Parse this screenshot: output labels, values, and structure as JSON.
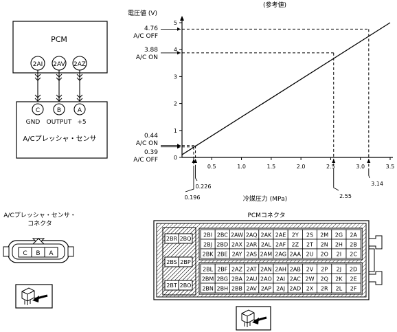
{
  "pcm_block": {
    "title": "PCM",
    "pins": [
      "2AI",
      "2AV",
      "2AZ"
    ]
  },
  "sensor_block": {
    "pins": [
      "C",
      "B",
      "A"
    ],
    "pin_labels": [
      "GND",
      "OUTPUT",
      "+5"
    ],
    "name": "A/Cプレッシャ・センサ"
  },
  "chart_data": {
    "type": "line",
    "title": "(参考値)",
    "ylabel": "電圧値 (V)",
    "xlabel": "冷媒圧力 (MPa)",
    "xlim": [
      0,
      3.5
    ],
    "ylim": [
      0,
      5
    ],
    "x_ticks": [
      "0.5",
      "1.0",
      "1.5",
      "2.0",
      "2.5",
      "3.0",
      "3.5"
    ],
    "y_ticks": [
      "0",
      "1",
      "2",
      "3",
      "4",
      "5"
    ],
    "series": [
      {
        "x": [
          0,
          3.5
        ],
        "y": [
          0.1,
          5.0
        ]
      }
    ],
    "annotations": {
      "y_values": [
        "4.76",
        "3.88",
        "0.44",
        "0.39"
      ],
      "y_labels": [
        "A/C OFF",
        "A/C ON",
        "A/C ON",
        "A/C OFF"
      ],
      "x_values": [
        "0.196",
        "0.226",
        "2.55",
        "3.14"
      ]
    }
  },
  "sensor_connector": {
    "title_line1": "A/Cプレッシャ・センサ・",
    "title_line2": "コネクタ",
    "pins": [
      "C",
      "B",
      "A"
    ]
  },
  "pcm_connector": {
    "title": "PCMコネクタ",
    "left_pins": [
      "2BR",
      "2BQ",
      "2BS",
      "2BP",
      "2BT",
      "2BO"
    ],
    "grid_top": [
      [
        "2BI",
        "2BC",
        "2AW",
        "2AQ",
        "2AK",
        "2AE",
        "2Y",
        "2S",
        "2M",
        "2G",
        "2A"
      ],
      [
        "2BJ",
        "2BD",
        "2AX",
        "2AR",
        "2AL",
        "2AF",
        "2Z",
        "2T",
        "2N",
        "2H",
        "2B"
      ],
      [
        "2BK",
        "2BE",
        "2AY",
        "2AS",
        "2AM",
        "2AG",
        "2AA",
        "2U",
        "2O",
        "2I",
        "2C"
      ]
    ],
    "grid_bottom": [
      [
        "2BL",
        "2BF",
        "2AZ",
        "2AT",
        "2AN",
        "2AH",
        "2AB",
        "2V",
        "2P",
        "2J",
        "2D"
      ],
      [
        "2BM",
        "2BG",
        "2BA",
        "2AU",
        "2AO",
        "2AI",
        "2AC",
        "2W",
        "2Q",
        "2K",
        "2E"
      ],
      [
        "2BN",
        "2BH",
        "2BB",
        "2AV",
        "2AP",
        "2AJ",
        "2AD",
        "2X",
        "2R",
        "2L",
        "2F"
      ]
    ]
  }
}
